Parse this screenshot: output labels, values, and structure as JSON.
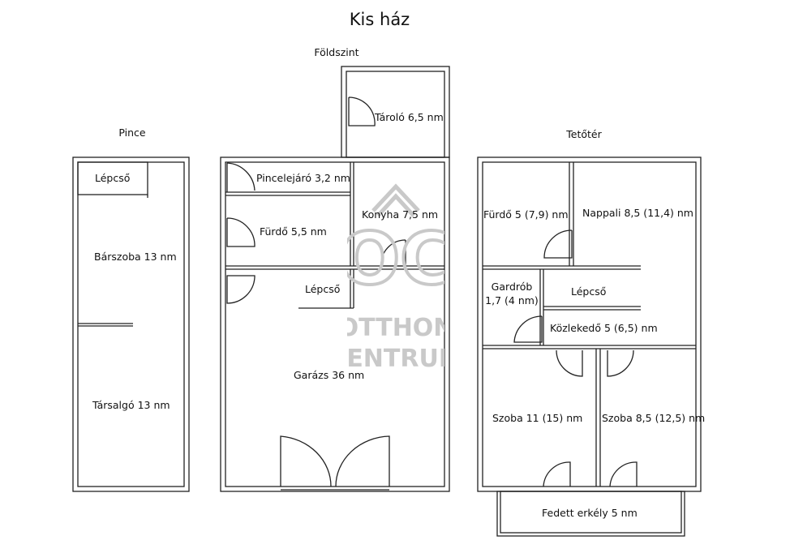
{
  "title": "Kis ház",
  "sections": {
    "pince": "Pince",
    "foldszint": "Földszint",
    "teteter": "Tetőtér"
  },
  "watermark": {
    "logo_letters": "OC",
    "line1": "OTTHON",
    "line2": "CENTRUM",
    "color": "#c9c9c9"
  },
  "rooms": {
    "pince_lepcso": "Lépcső",
    "barszoba": "Bárszoba 13 nm",
    "tarsalgo": "Társalgó 13 nm",
    "tarolo": "Tároló 6,5 nm",
    "pincelejaro": "Pincelejáró 3,2 nm",
    "furdo_fsz": "Fürdő 5,5 nm",
    "konyha": "Konyha 7,5 nm",
    "fsz_lepcso": "Lépcső",
    "garazs": "Garázs 36 nm",
    "furdo_tt": "Fürdő 5 (7,9) nm",
    "nappali": "Nappali 8,5 (11,4) nm",
    "gardrob_1": "Gardrób",
    "gardrob_2": "1,7 (4 nm)",
    "tt_lepcso": "Lépcső",
    "kozlekedo": "Közlekedő 5 (6,5) nm",
    "szoba1": "Szoba 11 (15) nm",
    "szoba2": "Szoba 8,5 (12,5) nm",
    "erkely": "Fedett erkély 5 nm"
  },
  "colors": {
    "wall": "#222222",
    "wall_fill": "#ffffff",
    "text": "#111111"
  }
}
